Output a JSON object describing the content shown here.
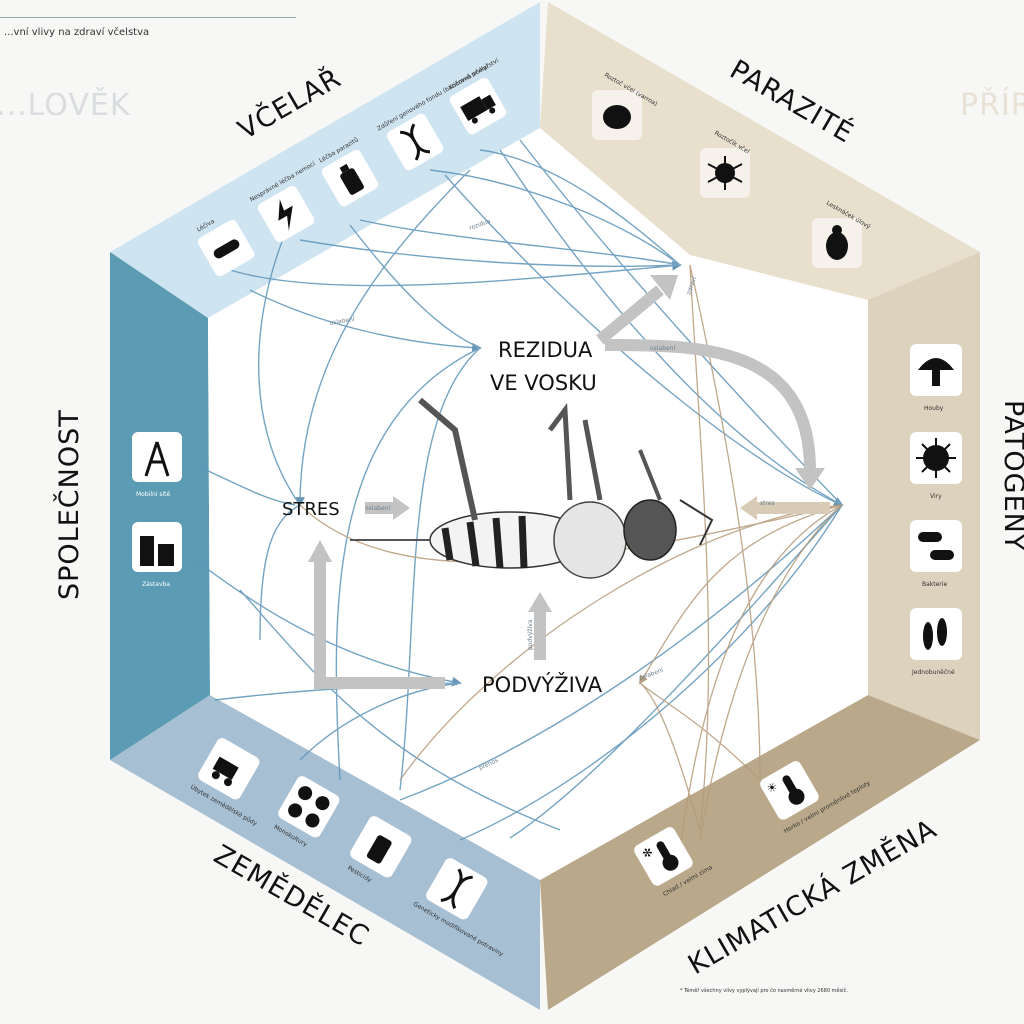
{
  "header": {
    "text": "...vní vlivy na zdraví včelstva"
  },
  "faded_left": "...LOVĚK",
  "faded_right": "PŘÍR...",
  "segments": {
    "vcelar": {
      "title": "VČELAŘ",
      "items": [
        "Léčiva",
        "Nesprávné léčba nemocí",
        "Léčba parazitů",
        "Zdůření genového fondu (bariérové prvky)",
        "Kočovná včelařství"
      ]
    },
    "parazite": {
      "title": "PARAZITÉ",
      "items": [
        "Roztoč včel (varroa)",
        "Roztočík včel",
        "Lesknáček úlový"
      ]
    },
    "patogeny": {
      "title": "PATOGENY",
      "items": [
        "Houby",
        "Viry",
        "Bakterie",
        "Jednobuněčné"
      ]
    },
    "klima": {
      "title": "KLIMATICKÁ ZMĚNA",
      "items": [
        "Chlad / velmi zima",
        "Horko / velmi proměnlivé teploty"
      ],
      "footnote": "* Téměř všechny vlivy vyplývají pro čo nasměrné vlivy 2680 měsíč."
    },
    "zemedelec": {
      "title": "ZEMĚDĚLEC",
      "items": [
        "Úbytek zemědělské půdy",
        "Monokultury",
        "Pesticidy",
        "Geneticky modifikované potraviny"
      ]
    },
    "spolecnost": {
      "title": "SPOLEČNOST",
      "items": [
        "Mobilní sítě",
        "Zástavba"
      ]
    }
  },
  "nodes": {
    "rezidua": [
      "REZIDUA",
      "VE VOSKU"
    ],
    "stres": "STRES",
    "podvyziva": "PODVÝŽIVA"
  },
  "edge_labels": [
    "oslabení",
    "rezidua",
    "oslabení",
    "oslabení",
    "stres",
    "podvýživa",
    "oslabení",
    "zdraví",
    "přenos"
  ],
  "colors": {
    "vcelar": "#cfe4f1",
    "spolecnost": "#5b9bb3",
    "zemedelec": "#a7bfd2",
    "klima": "#b7a587",
    "patogeny": "#ddd2bd",
    "parazite": "#e7ddcb",
    "arrow_blue": "#5e95b9",
    "arrow_tan": "#b59a79",
    "center_arrow": "#bdbdbd",
    "icon_box": "#ffffff"
  },
  "icons": {
    "vcelar": [
      "pills-icon",
      "lightning-icon",
      "spray-can-icon",
      "dna-icon",
      "truck-icon"
    ],
    "parazite": [
      "tick-icon",
      "mite-icon",
      "beetle-icon"
    ],
    "patogeny": [
      "mushroom-icon",
      "virus-icon",
      "bacteria-icon",
      "protozoa-icon"
    ],
    "klima": [
      "cold-thermometer-icon",
      "hot-thermometer-icon"
    ],
    "zemedelec": [
      "bulldozer-icon",
      "monoculture-icon",
      "pesticide-icon",
      "gm-dna-icon"
    ],
    "spolecnost": [
      "antenna-tower-icon",
      "buildings-icon"
    ]
  }
}
